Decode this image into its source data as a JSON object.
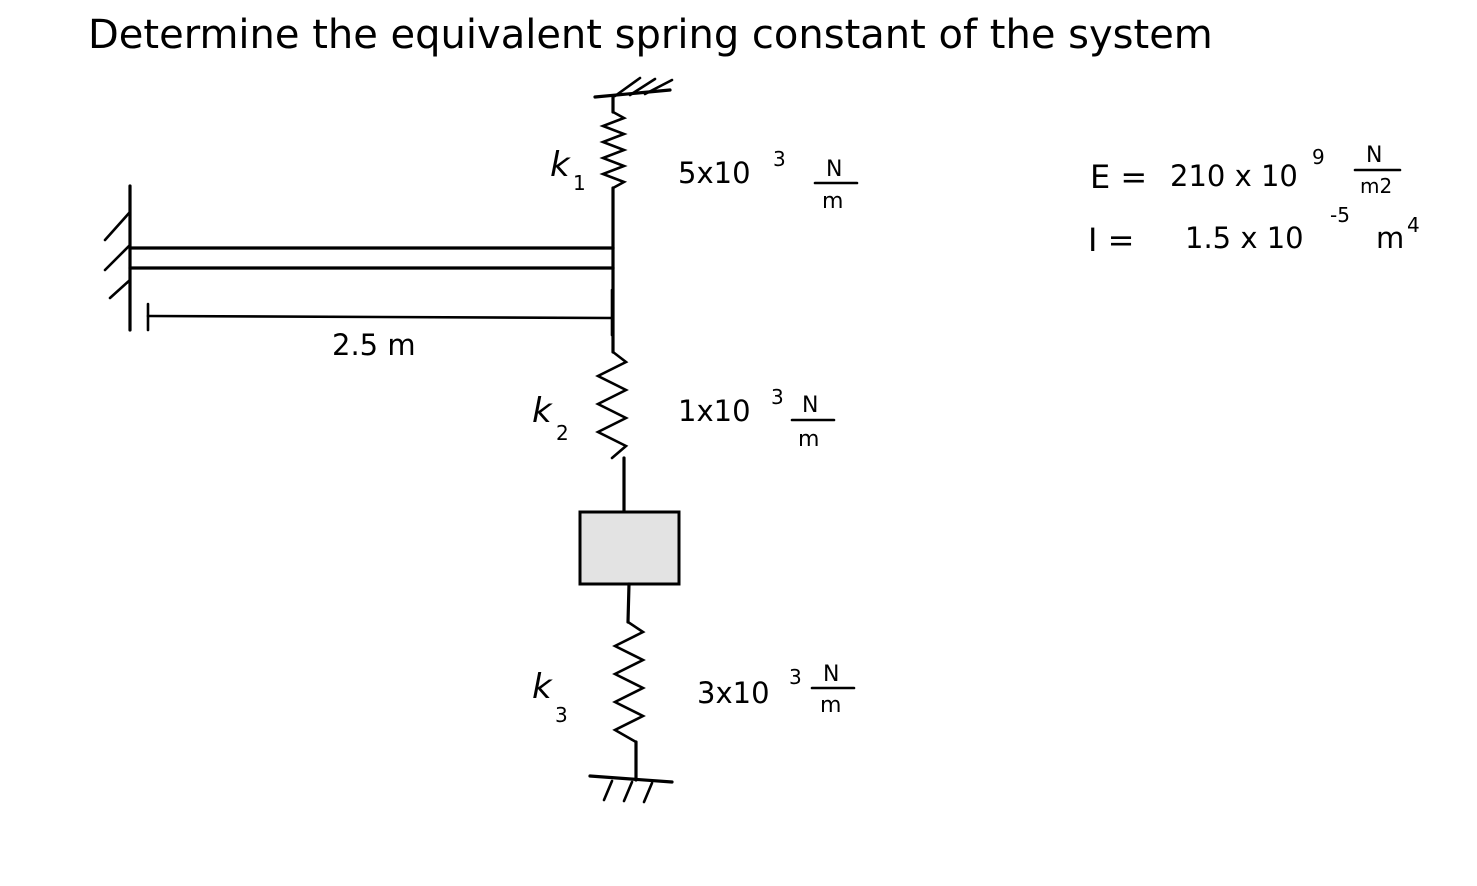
{
  "title": "Determine the equivalent spring constant of the system",
  "beam": {
    "length_label": "2.5 m"
  },
  "springs": [
    {
      "label": "k",
      "sub": "1",
      "value": "5x10",
      "exp": "3",
      "unit_num": "N",
      "unit_den": "m"
    },
    {
      "label": "k",
      "sub": "2",
      "value": "1x10",
      "exp": "3",
      "unit_num": "N",
      "unit_den": "m"
    },
    {
      "label": "k",
      "sub": "3",
      "value": "3x10",
      "exp": "3",
      "unit_num": "N",
      "unit_den": "m"
    }
  ],
  "properties": {
    "E": {
      "lhs": "E =",
      "value": "210 x 10",
      "exp": "9",
      "unit_num": "N",
      "unit_den": "m2"
    },
    "I": {
      "lhs": "I =",
      "value": "1.5 x 10",
      "exp": "-5",
      "unit": "m",
      "unit_exp": "4"
    }
  },
  "colors": {
    "ink": "#000000",
    "mass_fill": "#e3e3e3",
    "background": "#ffffff"
  }
}
